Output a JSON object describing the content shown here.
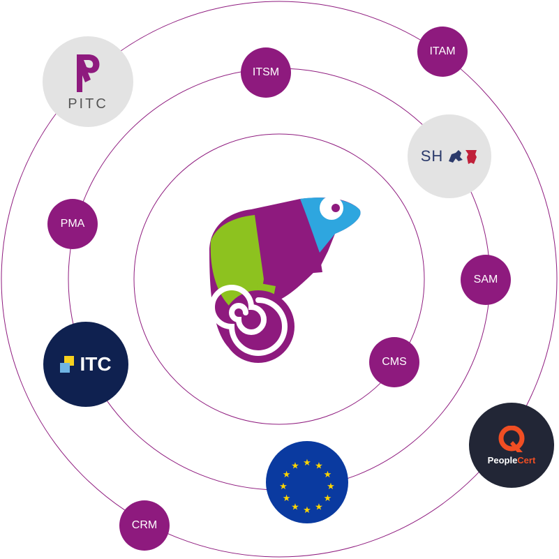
{
  "topic_nodes": {
    "itsm": "ITSM",
    "itam": "ITAM",
    "pma": "PMA",
    "sam": "SAM",
    "cms": "CMS",
    "crm": "CRM"
  },
  "logo_nodes": {
    "pitc": "PITC",
    "sh": "SH",
    "itc": "ITC",
    "peoplecert_people": "People",
    "peoplecert_cert": "Cert"
  },
  "colors": {
    "purple": "#8e1a7e",
    "green": "#8dc21f",
    "blue": "#2ea6df",
    "orbit": "#8e1a7e",
    "navy": "#0f2150",
    "dark": "#222636",
    "eu_blue": "#0a3aa0",
    "eu_star": "#ffd500",
    "peoplecert_orange": "#f04e23"
  },
  "icons": {
    "center": "chameleon-logo",
    "pitc": "horse-knight-icon",
    "sh": "heraldic-lion-icon",
    "itc": "squares-icon",
    "peoplecert": "speech-bubble-q-icon",
    "eu": "eu-stars-icon"
  }
}
